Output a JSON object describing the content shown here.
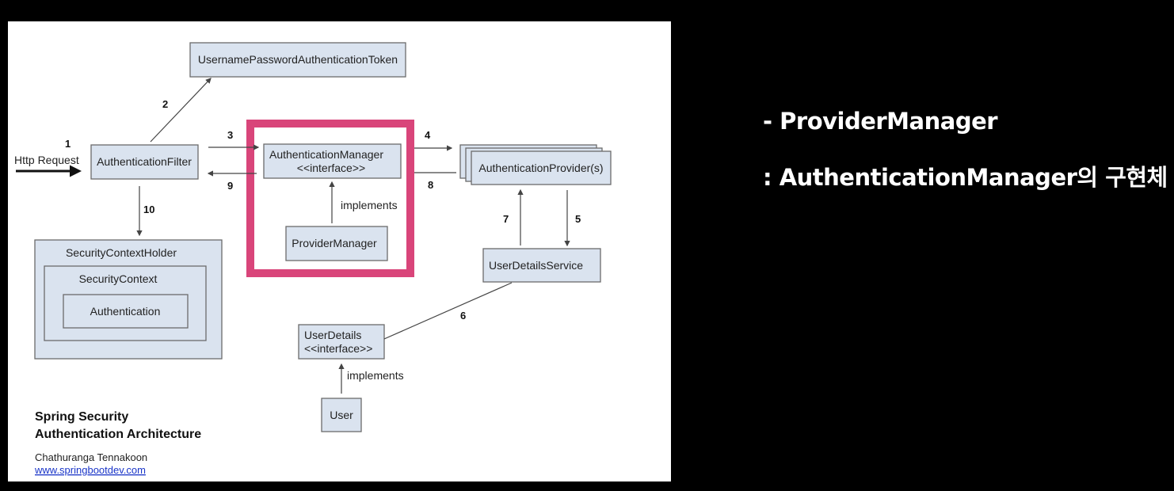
{
  "diagram": {
    "title_line1": "Spring Security",
    "title_line2": "Authentication Architecture",
    "author": "Chathuranga Tennakoon",
    "link": "www.springbootdev.com",
    "http_request": "Http Request",
    "nodes": {
      "token": "UsernamePasswordAuthenticationToken",
      "filter": "AuthenticationFilter",
      "manager": "AuthenticationManager",
      "manager_stereo": "<<interface>>",
      "provider_manager": "ProviderManager",
      "providers": "AuthenticationProvider(s)",
      "uds": "UserDetailsService",
      "sch": "SecurityContextHolder",
      "sc": "SecurityContext",
      "auth": "Authentication",
      "user_details": "UserDetails",
      "user_details_stereo": "<<interface>>",
      "user": "User"
    },
    "implements": "implements",
    "steps": [
      "1",
      "2",
      "3",
      "4",
      "5",
      "6",
      "7",
      "8",
      "9",
      "10"
    ],
    "highlight_color": "#d9457a"
  },
  "side": {
    "line1": "- ProviderManager",
    "line2": ": AuthenticationManager의 구현체"
  }
}
